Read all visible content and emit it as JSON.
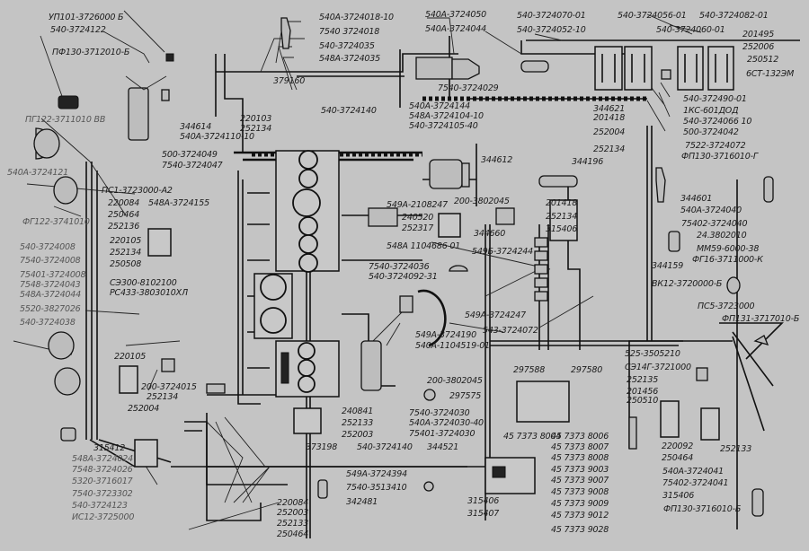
{
  "diagram": {
    "title": "Vehicle electrical wiring diagram",
    "labels": {
      "top_left": [
        "УП101-3726000 Б",
        "540-3724122",
        "ПФ130-3712010-Б",
        "ПГ122-3711010 ВВ"
      ],
      "top_center": [
        "540А-3724018-10",
        "7540 3724018",
        "540-3724035",
        "548А-3724035",
        "379160",
        "540-3724140",
        "7540-3724029",
        "540А-3724050",
        "540А-3724044",
        "540А-3724144",
        "548А-3724104-10",
        "540-3724105-40"
      ],
      "top_right": [
        "540-3724070-01",
        "540-3724052-10",
        "540-3724056-01",
        "540-3724060-01",
        "540-3724082-01",
        "201495",
        "252006",
        "250512",
        "6СТ-132ЭМ",
        "540-372490-01",
        "1КС-601ДОД",
        "540-3724066 10",
        "500-3724042",
        "344621",
        "201418",
        "252004",
        "252134"
      ],
      "left": [
        "344614",
        "540А-3724110-10",
        "220103",
        "252134",
        "500-3724049",
        "7540-3724047",
        "540А-3724121",
        "ПС1-3723000-А2",
        "220084",
        "250464",
        "252136",
        "548А-3724155",
        "ФГ122-3741010",
        "220105",
        "252134",
        "250508",
        "540-3724008",
        "7540-3724008",
        "75401-3724008",
        "7548-3724043",
        "548А-3724044",
        "СЭ300-8102100",
        "РС433-3803010ХЛ",
        "5520-3827026",
        "540-3724038",
        "220105",
        "200-3724015",
        "252134",
        "252004"
      ],
      "bottom_left": [
        "315412",
        "548А-3724024",
        "7548-3724026",
        "5320-3716017",
        "7540-3723302",
        "540-3724123",
        "ИС12-3725000",
        "220084",
        "252003",
        "252133",
        "250464"
      ],
      "center": [
        "344612",
        "549А-2108247",
        "200-3802045",
        "240520",
        "252317",
        "344660",
        "548А 1104686 01",
        "7540-3724036",
        "540-3724092-31",
        "549Б-3724244",
        "549А-3724190",
        "540А-1104519-01",
        "200-3802045",
        "549А-3724247",
        "543-3724072",
        "240841",
        "252133",
        "252003",
        "373198",
        "540-3724140",
        "344521",
        "549А-3724394",
        "7540-3513410",
        "342481",
        "7540-3724030",
        "540А-3724030-40",
        "75401-3724030",
        "315406",
        "315407",
        "297575"
      ],
      "center_right": [
        "344196",
        "201418",
        "252134",
        "315406",
        "344159",
        "ВК12-3720000-Б",
        "7522-3724072",
        "ФП130-3716010-Г",
        "344601",
        "540А-3724040",
        "75402-3724040",
        "24.3802010",
        "ММ59-6000-38",
        "ФГ16-3711000-К",
        "ПС5-3723000",
        "ФП131-3717010-Б",
        "297588",
        "297580"
      ],
      "bottom_right": [
        "45 7373 8004",
        "45 7373 8006",
        "45 7373 8007",
        "45 7373 8008",
        "45 7373 9003",
        "45 7373 9007",
        "45 7373 9008",
        "45 7373 9009",
        "45 7373 9012",
        "45 7373 9028",
        "525-3505210",
        "СЭ14Г-3721000",
        "252135",
        "201456",
        "250510",
        "220092",
        "250464",
        "252133",
        "540А-3724041",
        "75402-3724041",
        "315406",
        "ФП130-3716010-Б"
      ]
    }
  }
}
